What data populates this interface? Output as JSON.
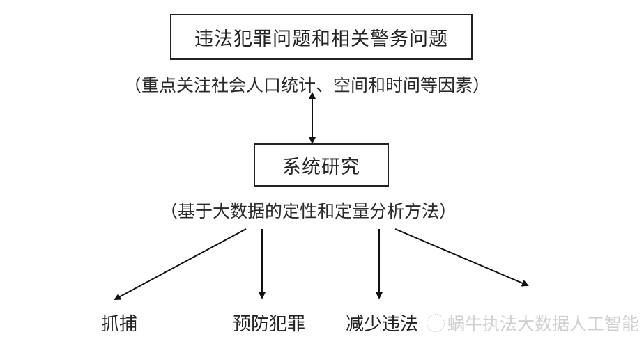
{
  "diagram": {
    "top_box": {
      "label": "违法犯罪问题和相关警务问题"
    },
    "top_note": "（重点关注社会人口统计、空间和时间等因素）",
    "middle_box": {
      "label": "系统研究"
    },
    "middle_note": "（基于大数据的定性和定量分析方法）",
    "outcomes": [
      {
        "label": "抓捕"
      },
      {
        "label": "预防犯罪"
      },
      {
        "label": "减少违法"
      },
      {
        "label": ""
      }
    ],
    "connectors": [
      {
        "from": "top_box",
        "to": "middle_box",
        "type": "bidirectional"
      },
      {
        "from": "middle_box",
        "to": "outcome_0",
        "type": "directed"
      },
      {
        "from": "middle_box",
        "to": "outcome_1",
        "type": "directed"
      },
      {
        "from": "middle_box",
        "to": "outcome_2",
        "type": "directed"
      },
      {
        "from": "middle_box",
        "to": "outcome_3",
        "type": "directed"
      }
    ]
  },
  "watermark": {
    "text": "蜗牛执法大数据人工智能",
    "icon": "wechat-logo-icon"
  },
  "colors": {
    "line": "#111111",
    "text": "#222222",
    "watermark": "#cfcfcf"
  }
}
